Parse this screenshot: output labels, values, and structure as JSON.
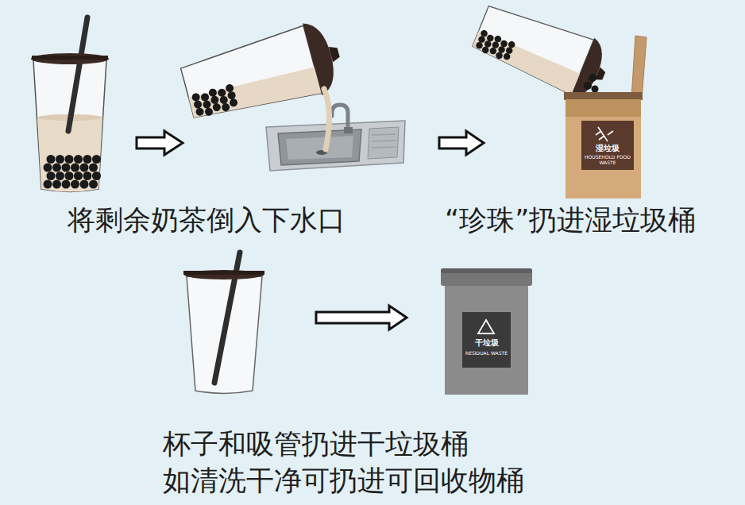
{
  "diagram": {
    "nodes": [
      {
        "text": [
          "将剩余奶茶倒入下水口"
        ]
      },
      {
        "text": [
          "“珍珠”扔进湿垃圾桶",
          "湿垃圾",
          "HOUSEHOLD FOOD WASTE"
        ]
      },
      {
        "text": [
          "杯子和吸管扔进干垃圾桶 如清洗干净可扔进可回收物桶"
        ]
      },
      {
        "text": [
          "干垃圾",
          "RESIDUAL WASTE"
        ]
      }
    ],
    "edges": [
      {
        "from": 0,
        "to": 1,
        "arrow": "to"
      },
      {
        "from": 2,
        "to": 3,
        "arrow": "to"
      }
    ]
  }
}
